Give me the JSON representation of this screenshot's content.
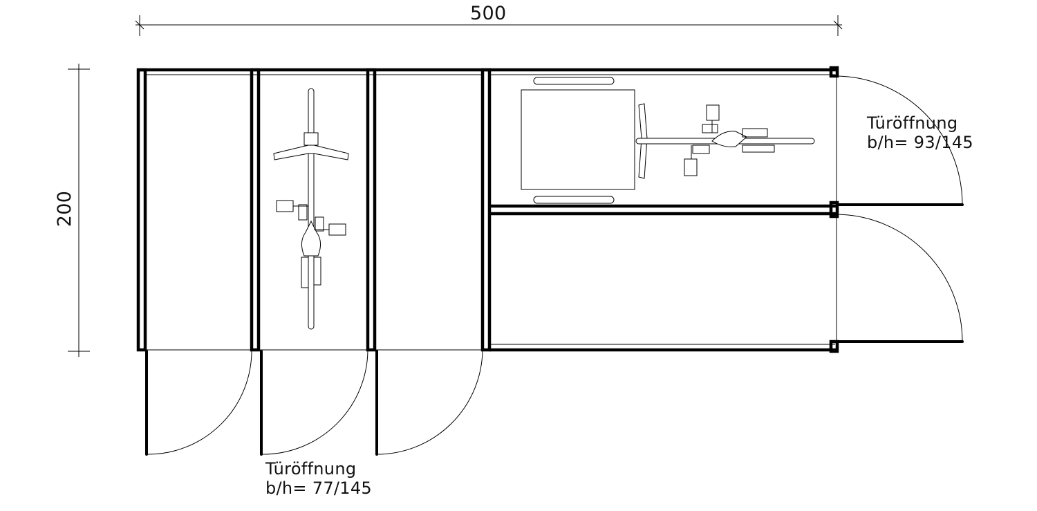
{
  "dimensions": {
    "width_label": "500",
    "height_label": "200"
  },
  "door_notes": {
    "front": {
      "title": "Türöffnung",
      "size": "b/h= 77/145"
    },
    "side": {
      "title": "Türöffnung",
      "size": "b/h= 93/145"
    }
  },
  "colors": {
    "line": "#000000",
    "background": "#ffffff"
  }
}
